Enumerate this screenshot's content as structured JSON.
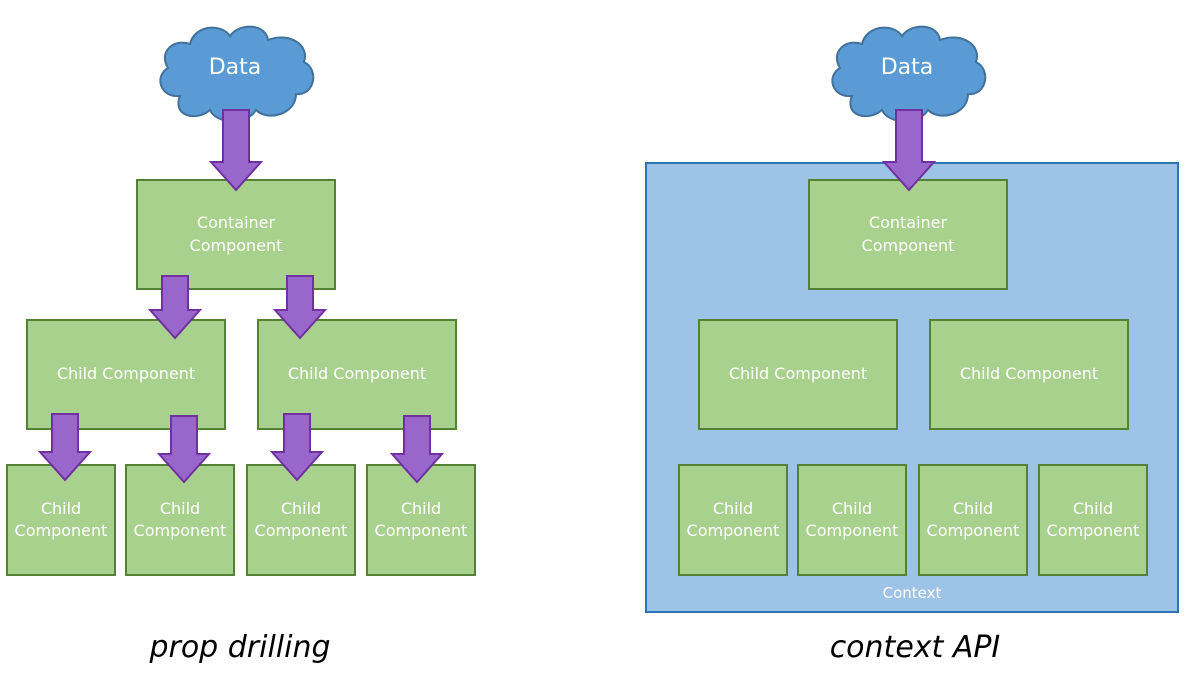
{
  "colors": {
    "cloud_fill": "#5b9bd5",
    "cloud_stroke": "#41719c",
    "box_fill": "#a9d18e",
    "box_stroke": "#548235",
    "arrow_fill": "#9966cc",
    "arrow_stroke": "#7030a0",
    "context_fill": "#9dc3e6",
    "context_stroke": "#2e75b6"
  },
  "left": {
    "data_label": "Data",
    "container_label": "Container\nComponent",
    "children": [
      "Child Component",
      "Child Component"
    ],
    "grandchildren": [
      "Child\nComponent",
      "Child\nComponent",
      "Child\nComponent",
      "Child\nComponent"
    ],
    "caption": "prop drilling"
  },
  "right": {
    "data_label": "Data",
    "container_label": "Container\nComponent",
    "children": [
      "Child Component",
      "Child Component"
    ],
    "grandchildren": [
      "Child\nComponent",
      "Child\nComponent",
      "Child\nComponent",
      "Child\nComponent"
    ],
    "context_label": "Context",
    "caption": "context API"
  }
}
